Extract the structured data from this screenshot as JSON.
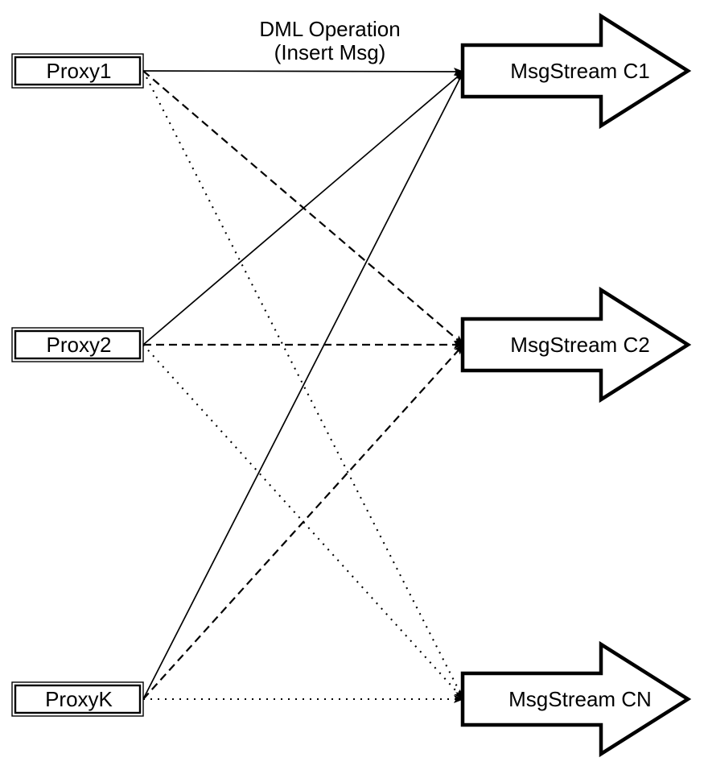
{
  "title": {
    "line1": "DML Operation",
    "line2": "(Insert Msg)"
  },
  "proxies": [
    {
      "id": "proxy1",
      "label": "Proxy1"
    },
    {
      "id": "proxy2",
      "label": "Proxy2"
    },
    {
      "id": "proxyk",
      "label": "ProxyK"
    }
  ],
  "streams": [
    {
      "id": "c1",
      "label": "MsgStream C1"
    },
    {
      "id": "c2",
      "label": "MsgStream C2"
    },
    {
      "id": "cn",
      "label": "MsgStream CN"
    }
  ],
  "edges": [
    {
      "from": "proxy1",
      "to": "c1",
      "style": "solid"
    },
    {
      "from": "proxy2",
      "to": "c1",
      "style": "solid"
    },
    {
      "from": "proxyk",
      "to": "c1",
      "style": "solid"
    },
    {
      "from": "proxy1",
      "to": "c2",
      "style": "dashed"
    },
    {
      "from": "proxy2",
      "to": "c2",
      "style": "dashed"
    },
    {
      "from": "proxyk",
      "to": "c2",
      "style": "dashed"
    },
    {
      "from": "proxy1",
      "to": "cn",
      "style": "dotted"
    },
    {
      "from": "proxy2",
      "to": "cn",
      "style": "dotted"
    },
    {
      "from": "proxyk",
      "to": "cn",
      "style": "dotted"
    }
  ],
  "colors": {
    "ink": "#000000",
    "paper": "#ffffff"
  }
}
